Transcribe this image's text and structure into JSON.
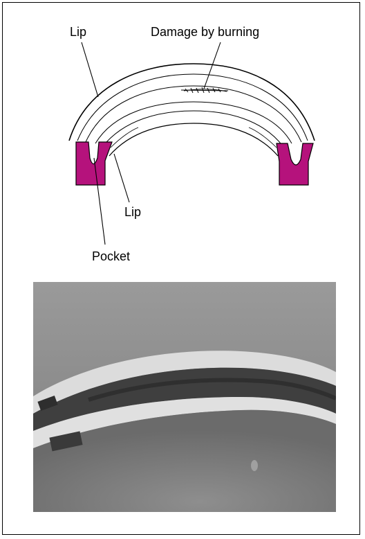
{
  "diagram": {
    "labels": {
      "lip_top": "Lip",
      "damage": "Damage by burning",
      "lip_inner": "Lip",
      "pocket": "Pocket"
    }
  },
  "colors": {
    "seal_section": "#b5127c",
    "outline": "#000000",
    "photo_bg": "#8a8a8a"
  }
}
